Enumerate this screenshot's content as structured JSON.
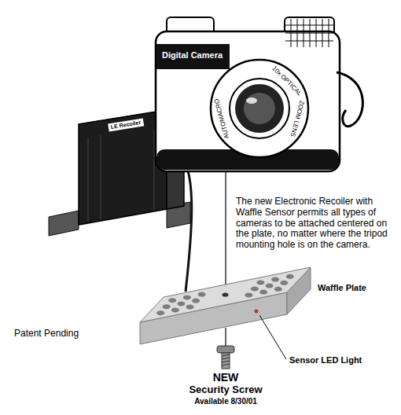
{
  "diagram": {
    "labels": [
      "Digital Camera",
      "AUTOMACRO",
      "10x OPTICAL",
      "ZOOM LENS",
      "LE Recoiler",
      "The new Electronic Recoiler with Waffle Sensor permits all types of cameras to be attached centered on the plate, no matter where the tripod mounting hole is on the camera.",
      "Waffle Plate",
      "Sensor LED Light",
      "Patent Pending",
      "NEW",
      "Security Screw",
      "Available 8/30/01"
    ]
  }
}
